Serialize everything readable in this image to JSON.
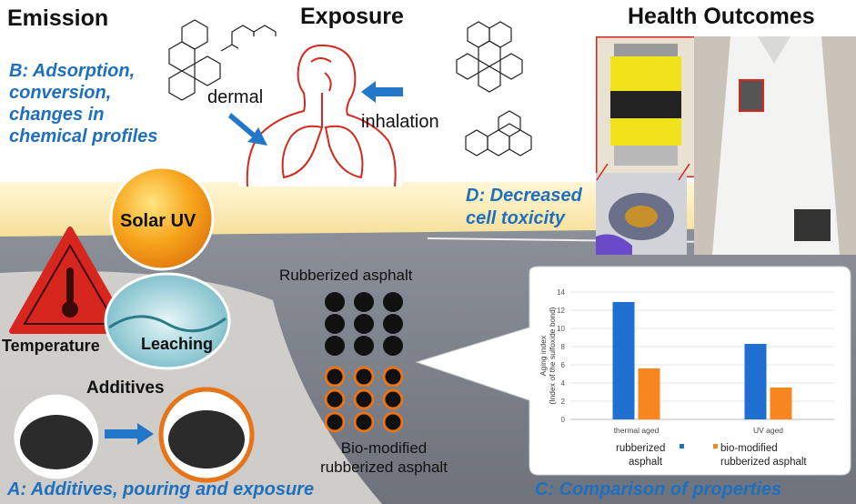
{
  "headings": {
    "emission": "Emission",
    "exposure": "Exposure",
    "health_outcomes": "Health Outcomes"
  },
  "labels": {
    "b_caption": [
      "B: Adsorption,",
      "conversion,",
      "changes in",
      "chemical profiles"
    ],
    "d_caption": [
      "D: Decreased",
      "cell toxicity"
    ],
    "a_caption": "A: Additives, pouring and exposure",
    "c_caption": "C: Comparison of properties",
    "dermal": "dermal",
    "inhalation": "inhalation",
    "solar_uv": "Solar UV",
    "temperature": "Temperature",
    "leaching": "Leaching",
    "additives": "Additives",
    "rubberized_asphalt": "Rubberized asphalt",
    "bio_modified": [
      "Bio-modified",
      "rubberized asphalt"
    ]
  },
  "colors": {
    "blue_caption": "#1f6fbf",
    "bar_blue": "#1f6fd0",
    "bar_orange": "#f7861f",
    "lungs_red": "#d22a1f",
    "ring_orange": "#e8741a",
    "sign_red": "#d7261e"
  },
  "chart_data": {
    "type": "bar",
    "categories": [
      "thermal aged",
      "UV aged"
    ],
    "series": [
      {
        "name": "rubberized asphalt",
        "values": [
          12.9,
          8.3
        ]
      },
      {
        "name": "bio-modified rubberized asphalt",
        "values": [
          5.6,
          3.5
        ]
      }
    ],
    "ylabel": [
      "Aging index",
      "(Index of the sulfoxide bond)"
    ],
    "ylim": [
      0,
      14
    ],
    "yticks": [
      0,
      2,
      4,
      6,
      8,
      10,
      12,
      14
    ],
    "legend_position": "bottom",
    "legend_labels": [
      [
        "rubberized",
        "asphalt"
      ],
      [
        "bio-modified",
        "rubberized asphalt"
      ]
    ]
  }
}
